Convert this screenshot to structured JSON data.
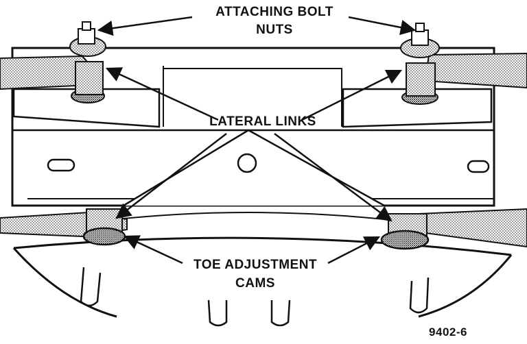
{
  "labels": {
    "attaching_line1": "ATTACHING BOLT",
    "attaching_line2": "NUTS",
    "lateral_links": "LATERAL LINKS",
    "toe_line1": "TOE ADJUSTMENT",
    "toe_line2": "CAMS",
    "figure_id": "9402-6"
  },
  "colors": {
    "ink": "#111111",
    "stipple": "#b8b8b8",
    "background": "#ffffff"
  }
}
